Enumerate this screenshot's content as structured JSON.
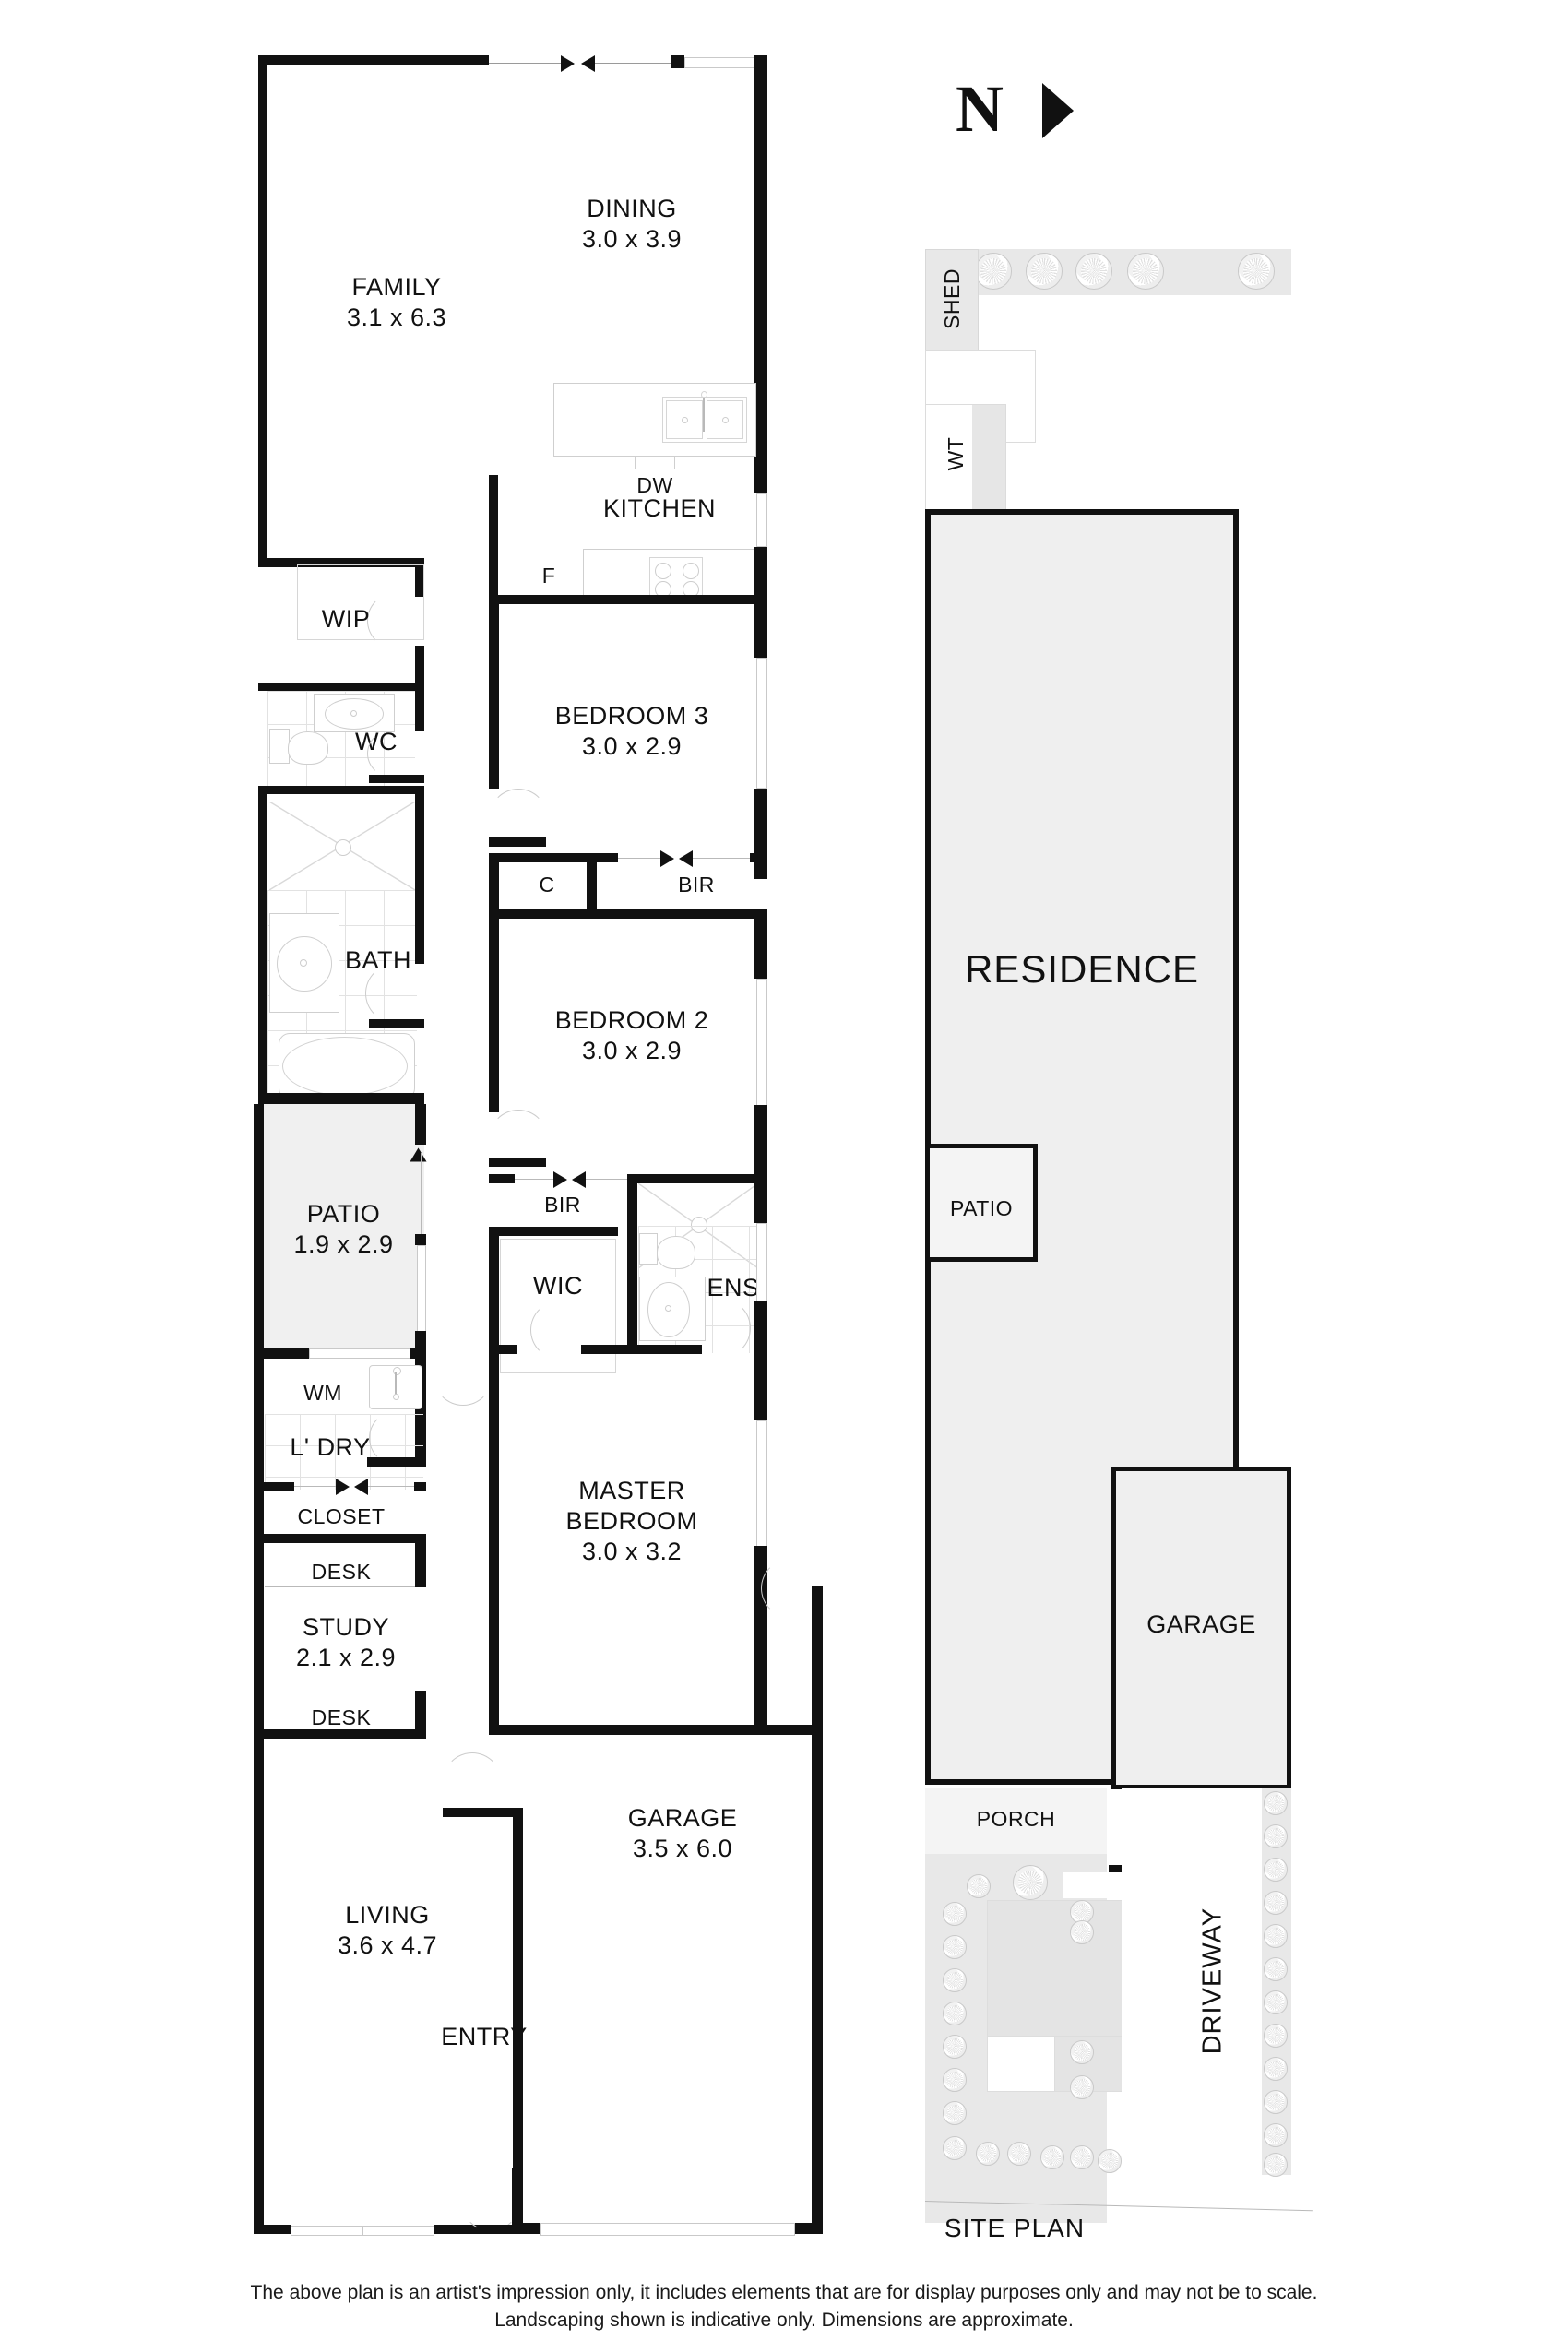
{
  "document": {
    "north_label": "N",
    "site_plan_caption": "SITE PLAN",
    "disclaimer_line1": "The above plan is an artist's impression only, it includes elements that are for display purposes only and may not be to scale.",
    "disclaimer_line2": "Landscaping shown is indicative only. Dimensions are approximate."
  },
  "colors": {
    "wall": "#111111",
    "fixture_line": "#cfcfcf",
    "shaded_fill": "#f0f0f0",
    "patio_fill": "#f0f0f0",
    "lawn_fill": "#e8e8e8",
    "paving_fill": "#e4e4e4",
    "background": "#ffffff"
  },
  "floor_plan": {
    "rooms": [
      {
        "name": "FAMILY",
        "dim": "3.1 x 6.3"
      },
      {
        "name": "DINING",
        "dim": "3.0 x 3.9"
      },
      {
        "name": "KITCHEN",
        "dim": ""
      },
      {
        "name": "WIP",
        "dim": ""
      },
      {
        "name": "WC",
        "dim": ""
      },
      {
        "name": "BATH",
        "dim": ""
      },
      {
        "name": "BEDROOM 3",
        "dim": "3.0 x 2.9"
      },
      {
        "name": "BEDROOM 2",
        "dim": "3.0 x 2.9"
      },
      {
        "name": "MASTER BEDROOM",
        "dim": "3.0 x 3.2"
      },
      {
        "name": "WIC",
        "dim": ""
      },
      {
        "name": "ENS",
        "dim": ""
      },
      {
        "name": "PATIO",
        "dim": "1.9 x 2.9"
      },
      {
        "name": "L' DRY",
        "dim": ""
      },
      {
        "name": "CLOSET",
        "dim": ""
      },
      {
        "name": "STUDY",
        "dim": "2.1 x 2.9"
      },
      {
        "name": "LIVING",
        "dim": "3.6 x 4.7"
      },
      {
        "name": "GARAGE",
        "dim": "3.5 x 6.0"
      },
      {
        "name": "ENTRY",
        "dim": ""
      }
    ],
    "labels": {
      "family_name": "FAMILY",
      "family_dim": "3.1 x 6.3",
      "dining_name": "DINING",
      "dining_dim": "3.0 x 3.9",
      "kitchen_name": "KITCHEN",
      "dishwasher": "DW",
      "fridge": "F",
      "wip": "WIP",
      "wc": "WC",
      "bath": "BATH",
      "bedroom3_name": "BEDROOM 3",
      "bedroom3_dim": "3.0 x 2.9",
      "cupboard": "C",
      "bir_upper": "BIR",
      "bedroom2_name": "BEDROOM 2",
      "bedroom2_dim": "3.0 x 2.9",
      "bir_lower": "BIR",
      "wic": "WIC",
      "ens": "ENS",
      "master_name1": "MASTER",
      "master_name2": "BEDROOM",
      "master_dim": "3.0 x 3.2",
      "patio_name": "PATIO",
      "patio_dim": "1.9 x 2.9",
      "washing_machine": "WM",
      "laundry": "L' DRY",
      "closet": "CLOSET",
      "desk_top": "DESK",
      "study_name": "STUDY",
      "study_dim": "2.1 x 2.9",
      "desk_bottom": "DESK",
      "living_name": "LIVING",
      "living_dim": "3.6 x 4.7",
      "garage_name": "GARAGE",
      "garage_dim": "3.5 x 6.0",
      "entry": "ENTRY"
    }
  },
  "site_plan": {
    "labels": {
      "shed": "SHED",
      "water_tank": "WT",
      "residence": "RESIDENCE",
      "patio": "PATIO",
      "garage": "GARAGE",
      "porch": "PORCH",
      "driveway": "DRIVEWAY"
    }
  }
}
